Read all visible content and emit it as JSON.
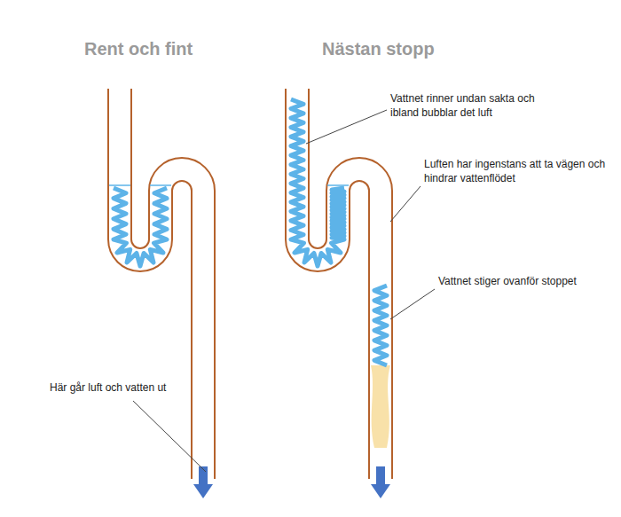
{
  "diagram": {
    "labels": [
      "Rent och fint",
      "Nästan stopp",
      "Vattnet rinner undan sakta och ibland bubblar det luft",
      "Luften har ingenstans att ta vägen och hindrar vattenflödet",
      "Vattnet stiger ovanför stoppet",
      "Här går luft och vatten ut"
    ]
  }
}
